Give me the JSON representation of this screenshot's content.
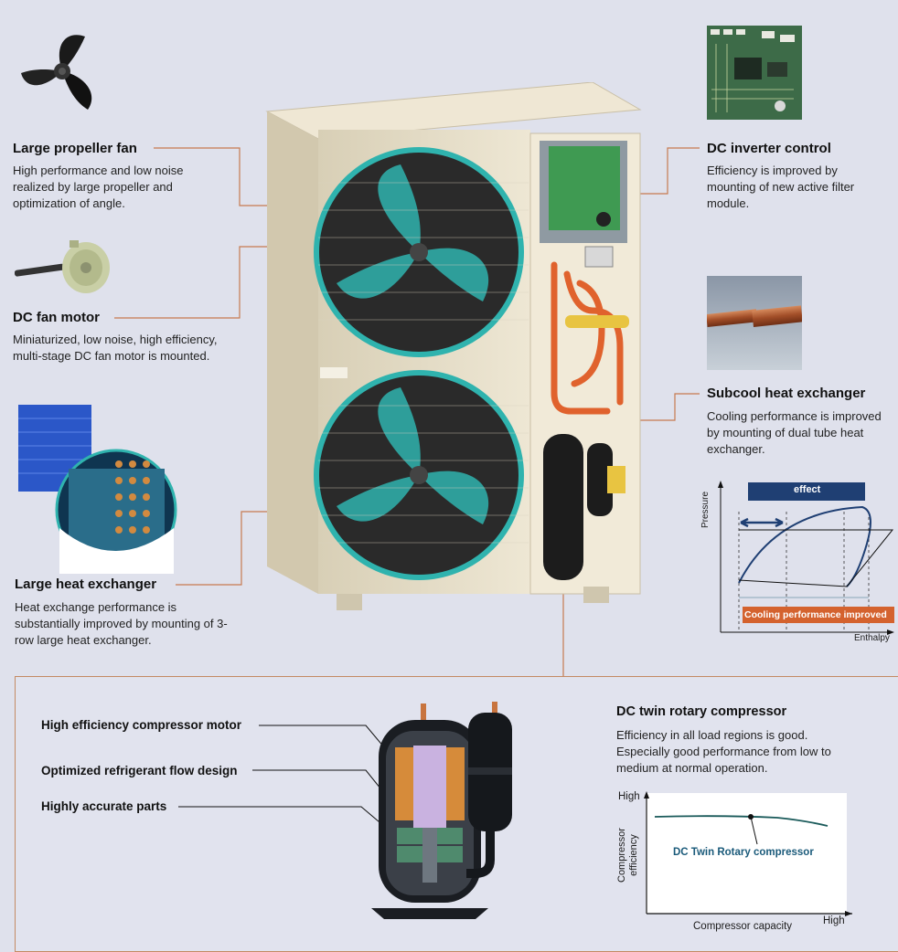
{
  "features": {
    "propeller_fan": {
      "title": "Large propeller fan",
      "desc": "High performance and low noise realized by large propeller and optimization of angle."
    },
    "fan_motor": {
      "title": "DC fan motor",
      "desc": "Miniaturized, low noise, high efficiency, multi-stage DC fan motor is mounted."
    },
    "heat_exchanger": {
      "title": "Large heat exchanger",
      "desc": "Heat exchange performance is substantially improved by mounting of 3-row large heat exchanger."
    },
    "inverter": {
      "title": "DC inverter control",
      "desc": "Efficiency is improved by mounting of new active filter module."
    },
    "subcool": {
      "title": "Subcool heat exchanger",
      "desc": "Cooling performance is improved by mounting of dual tube heat exchanger."
    }
  },
  "ph_chart": {
    "effect_label": "effect",
    "cooling_label": "Cooling performance improved",
    "ylabel": "Pressure",
    "xlabel": "Enthalpy"
  },
  "compressor": {
    "callouts": [
      "High efficiency compressor motor",
      "Optimized refrigerant flow design",
      "Highly accurate parts"
    ],
    "title": "DC twin rotary compressor",
    "desc": "Efficiency in all load regions is good. Especially good performance from low to medium at normal operation."
  },
  "eff_chart": {
    "y_high": "High",
    "x_high": "High",
    "ylabel_line1": "Compressor",
    "ylabel_line2": "efficiency",
    "xlabel": "Compressor capacity",
    "series_label": "DC Twin Rotary compressor"
  },
  "colors": {
    "leader": "#c67a50",
    "teal": "#2fb3ae",
    "navy": "#1f3f73",
    "orange": "#d4622e",
    "curve": "#1a5a5a"
  }
}
